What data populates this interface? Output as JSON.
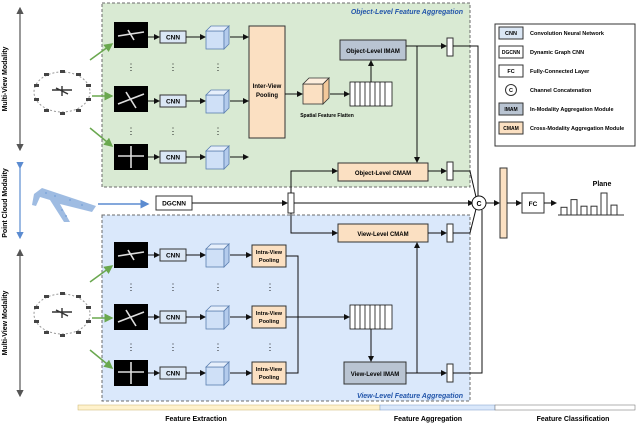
{
  "modalities": {
    "mv_top": "Multi-View Modality",
    "point_cloud": "Point Cloud Modality",
    "mv_bottom": "Multi-View Modality"
  },
  "sections": {
    "object_level": "Object-Level Feature Aggregation",
    "view_level": "View-Level Feature Aggregation"
  },
  "blocks": {
    "cnn": "CNN",
    "dots": "⋮",
    "inter_view_pooling": [
      "Inter-View",
      "Pooling"
    ],
    "intra_view_pooling": [
      "Intra-View",
      "Pooling"
    ],
    "object_imam": "Object-Level IMAM",
    "object_cmam": "Object-Level CMAM",
    "view_cmam": "View-Level CMAM",
    "view_imam": "View-Level IMAM",
    "spatial_flatten": "Spatial Feature Flatten",
    "dgcnn": "DGCNN",
    "concat_symbol": "C",
    "fc": "FC",
    "output_class": "Plane"
  },
  "legend": [
    {
      "key": "CNN",
      "text": "Convolution Neural Network",
      "fill": "#dbe7f5",
      "stroke": "#333333"
    },
    {
      "key": "DGCNN",
      "text": "Dynamic Graph CNN",
      "fill": "#ffffff",
      "stroke": "#333333"
    },
    {
      "key": "FC",
      "text": "Fully-Connected Layer",
      "fill": "#ffffff",
      "stroke": "#333333"
    },
    {
      "key": "C",
      "text": "Channel Concatenation",
      "fill": "#ffffff",
      "stroke": "#333333"
    },
    {
      "key": "IMAM",
      "text": "In-Modality Aggregation Module",
      "fill": "#b9c4d2",
      "stroke": "#333333"
    },
    {
      "key": "CMAM",
      "text": "Cross-Modality Aggregation Module",
      "fill": "#fbe0c2",
      "stroke": "#333333"
    }
  ],
  "stages": {
    "feature_extraction": "Feature Extraction",
    "feature_aggregation": "Feature Aggregation",
    "feature_classification": "Feature Classification"
  },
  "output_bars": [
    0.35,
    0.7,
    0.4,
    0.4,
    1.0,
    0.45
  ],
  "colors": {
    "object_bg": "#d9ead3",
    "view_bg": "#dae8fb",
    "pool": "#fbe0c2",
    "cnn": "#dbe7f5",
    "imam": "#b9c4d2",
    "green_arrow": "#6aa84f",
    "blue_arrow": "#5b8bd0"
  }
}
